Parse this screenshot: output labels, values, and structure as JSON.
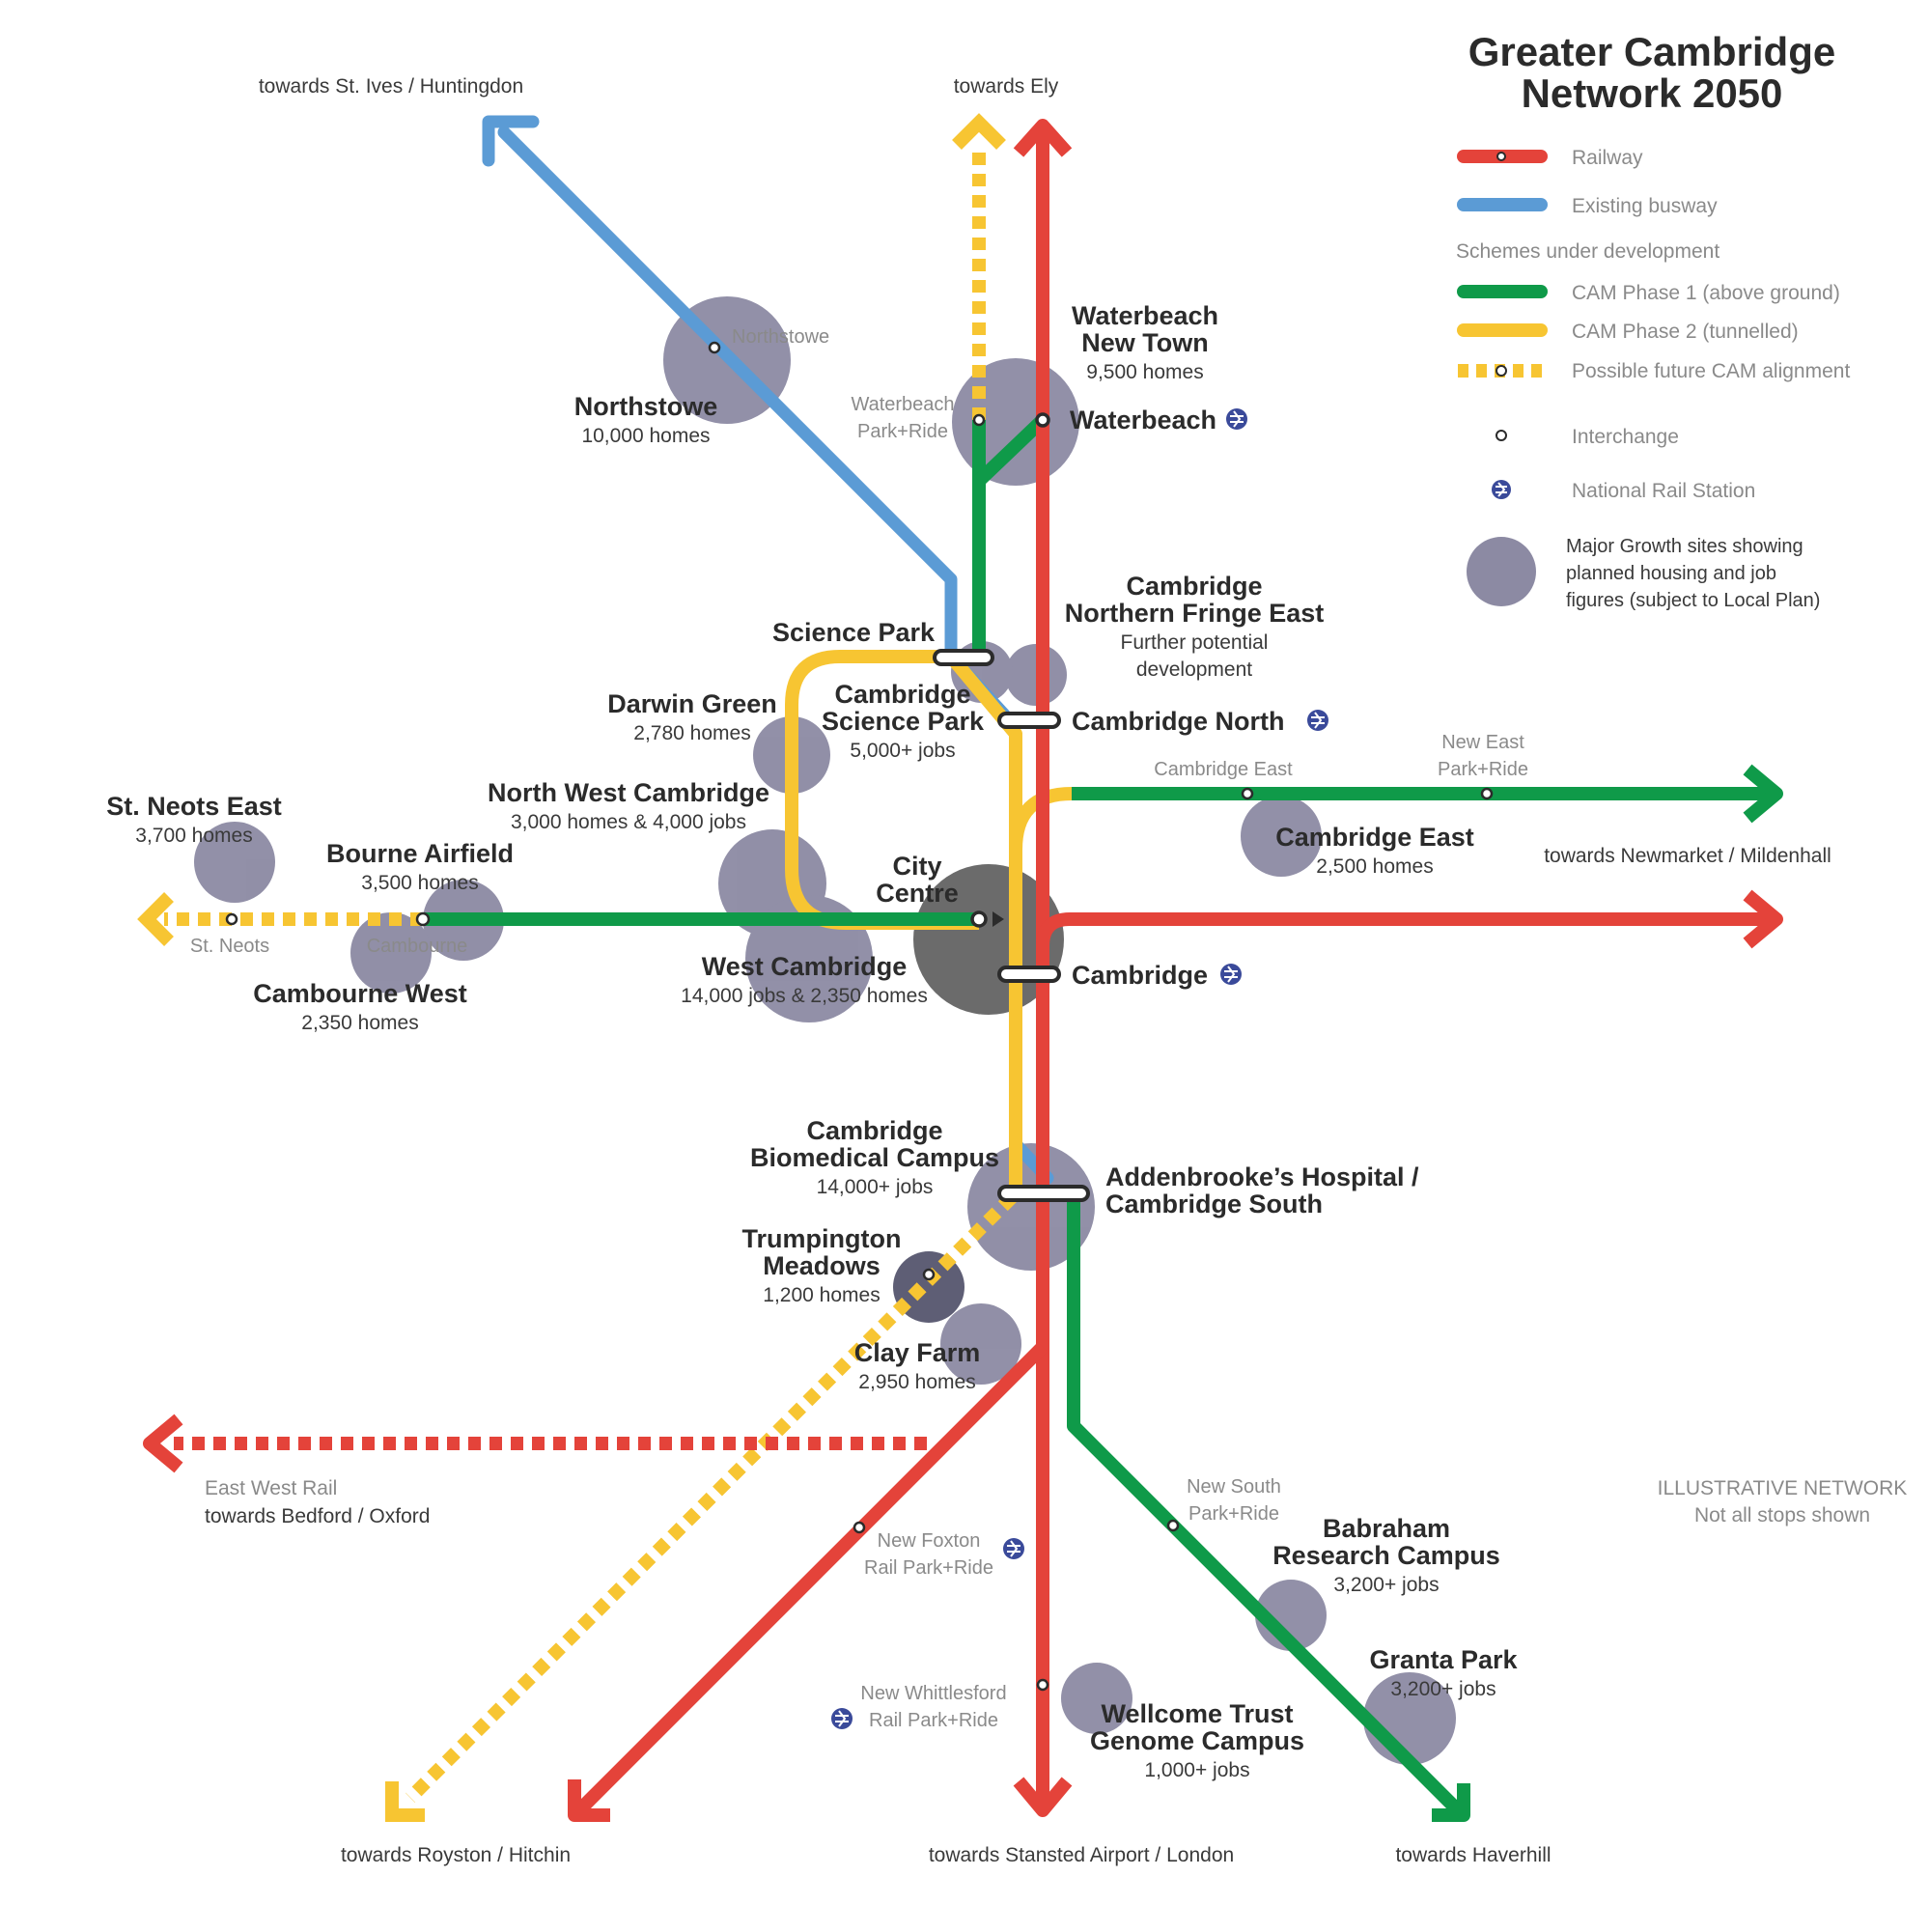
{
  "title": {
    "line1": "Greater Cambridge",
    "line2": "Network 2050"
  },
  "legend": {
    "railway": "Railway",
    "busway": "Existing busway",
    "schemes_heading": "Schemes under development",
    "cam1": "CAM Phase 1 (above ground)",
    "cam2": "CAM Phase 2 (tunnelled)",
    "future": "Possible future CAM alignment",
    "interchange": "Interchange",
    "national_rail": "National Rail Station",
    "growth": [
      "Major Growth sites showing",
      "planned housing and job",
      "figures (subject to Local Plan)"
    ]
  },
  "colors": {
    "rail": "#e4433a",
    "bus": "#5b9bd5",
    "cam1": "#0f9a49",
    "cam2": "#f7c532",
    "growth": "#8c8aa3",
    "growth_dark": "#5e5e5e",
    "text": "#2b2b2b",
    "nr_icon": "#3a4a9a"
  },
  "directions": {
    "st_ives": "towards St. Ives / Huntingdon",
    "ely": "towards Ely",
    "newmarket": "towards Newmarket / Mildenhall",
    "ew_rail_1": "East West Rail",
    "ew_rail_2": "towards Bedford / Oxford",
    "royston": "towards Royston / Hitchin",
    "stansted": "towards Stansted Airport / London",
    "haverhill": "towards Haverhill"
  },
  "note": {
    "line1": "ILLUSTRATIVE NETWORK",
    "line2": "Not all stops shown"
  },
  "places": {
    "waterbeach_nt": {
      "name1": "Waterbeach",
      "name2": "New Town",
      "detail": "9,500 homes"
    },
    "waterbeach": {
      "name": "Waterbeach"
    },
    "waterbeach_pr": {
      "line1": "Waterbeach",
      "line2": "Park+Ride"
    },
    "northstowe": {
      "name": "Northstowe",
      "detail": "10,000 homes",
      "stop": "Northstowe"
    },
    "science_park": {
      "name": "Science Park"
    },
    "cnfe": {
      "name1": "Cambridge",
      "name2": "Northern Fringe East",
      "detail1": "Further potential",
      "detail2": "development"
    },
    "csp": {
      "name1": "Cambridge",
      "name2": "Science Park",
      "detail": "5,000+ jobs"
    },
    "darwin": {
      "name": "Darwin Green",
      "detail": "2,780 homes"
    },
    "cambridge_north": {
      "name": "Cambridge North"
    },
    "cambridge_east_stop": {
      "name": "Cambridge East"
    },
    "new_east_pr": {
      "line1": "New East",
      "line2": "Park+Ride"
    },
    "cambridge_east": {
      "name": "Cambridge East",
      "detail": "2,500 homes"
    },
    "nwc": {
      "name": "North West Cambridge",
      "detail": "3,000 homes & 4,000 jobs"
    },
    "st_neots_east": {
      "name": "St. Neots East",
      "detail": "3,700 homes"
    },
    "bourne": {
      "name": "Bourne Airfield",
      "detail": "3,500 homes"
    },
    "city_centre": {
      "name1": "City",
      "name2": "Centre"
    },
    "st_neots": {
      "name": "St. Neots"
    },
    "cambourne": {
      "name": "Cambourne"
    },
    "cambourne_west": {
      "name": "Cambourne West",
      "detail": "2,350 homes"
    },
    "west_cambridge": {
      "name": "West Cambridge",
      "detail": "14,000 jobs & 2,350 homes"
    },
    "cambridge": {
      "name": "Cambridge"
    },
    "biomedical": {
      "name1": "Cambridge",
      "name2": "Biomedical Campus",
      "detail": "14,000+ jobs"
    },
    "addenbrookes": {
      "name1": "Addenbrooke’s Hospital /",
      "name2": "Cambridge South"
    },
    "trumpington": {
      "name1": "Trumpington",
      "name2": "Meadows",
      "detail": "1,200 homes"
    },
    "clay_farm": {
      "name": "Clay Farm",
      "detail": "2,950 homes"
    },
    "new_south_pr": {
      "line1": "New South",
      "line2": "Park+Ride"
    },
    "babraham": {
      "name1": "Babraham",
      "name2": "Research Campus",
      "detail": "3,200+ jobs"
    },
    "new_foxton": {
      "line1": "New Foxton",
      "line2": "Rail Park+Ride"
    },
    "granta": {
      "name": "Granta Park",
      "detail": "3,200+ jobs"
    },
    "new_whittlesford": {
      "line1": "New Whittlesford",
      "line2": "Rail Park+Ride"
    },
    "wellcome": {
      "name1": "Wellcome Trust",
      "name2": "Genome Campus",
      "detail": "1,000+ jobs"
    }
  }
}
